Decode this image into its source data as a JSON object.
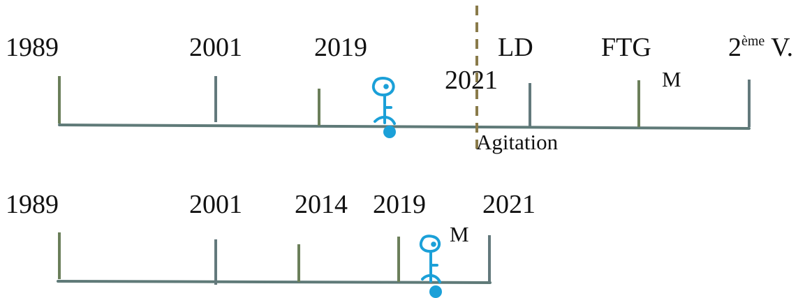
{
  "timeline_top": {
    "years": [
      "1989",
      "2001",
      "2019",
      "2021"
    ],
    "events": {
      "ld": "LD",
      "ftg": "FTG",
      "second_prefix": "2",
      "second_sup": "ème",
      "second_suffix": " V.",
      "m": "M",
      "agitation": "Agitation"
    }
  },
  "timeline_bottom": {
    "years": [
      "1989",
      "2001",
      "2014",
      "2019",
      "2021"
    ],
    "m": "M"
  },
  "colors": {
    "axis": "#5f7a78",
    "tick_green": "#6b7f5a",
    "tick_gray": "#63797c",
    "dashed": "#8a7b4a",
    "figure": "#1ba0d8",
    "text": "#111111"
  },
  "icons": [
    "person-figure-icon",
    "person-figure-icon"
  ]
}
